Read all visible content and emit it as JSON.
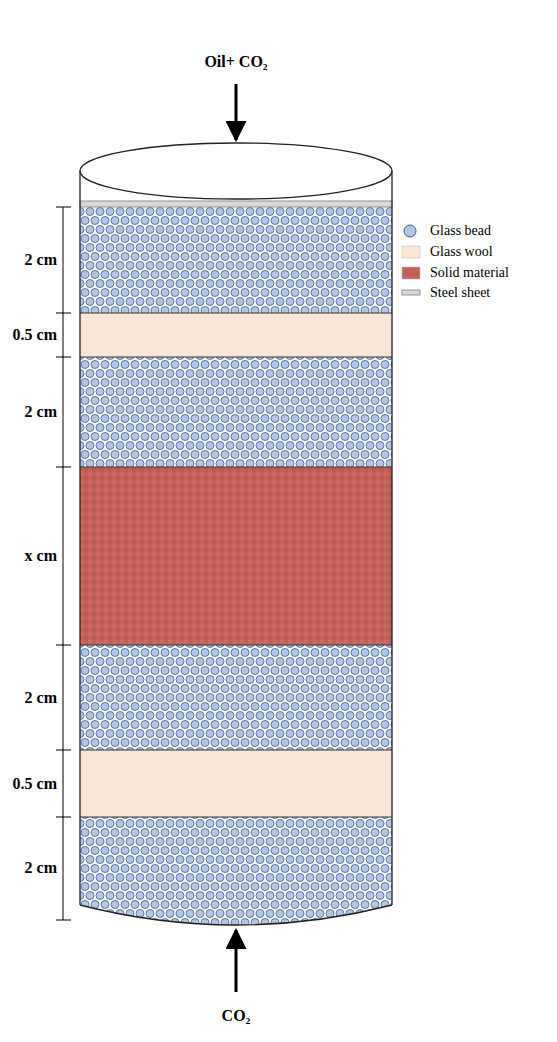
{
  "diagram": {
    "labels": [
      "Oil+ CO₂",
      "2 cm",
      "0.5 cm",
      "2 cm",
      "x cm",
      "2 cm",
      "0.5 cm",
      "2 cm",
      "CO₂"
    ],
    "legend": [
      {
        "text": "Glass bead"
      },
      {
        "text": "Glass wool",
        "color": "#fbe5d6"
      },
      {
        "text": "Solid material",
        "color": "#c3605a"
      },
      {
        "text": "Steel sheet"
      }
    ]
  }
}
